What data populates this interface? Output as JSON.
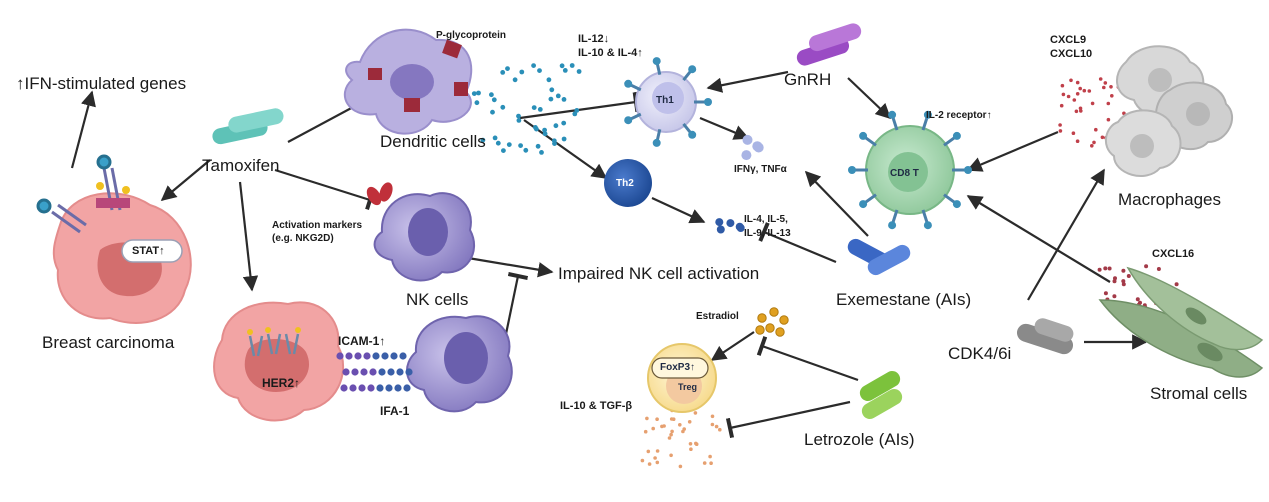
{
  "labels": {
    "ifn_genes": "↑IFN-stimulated genes",
    "tamoxifen": "Tamoxifen",
    "breast_carcinoma": "Breast carcinoma",
    "stat": "STAT↑",
    "dendritic_cells": "Dendritic cells",
    "p_glycoprotein": "P-glycoprotein",
    "il12": "IL-12↓",
    "il10_il4": "IL-10 & IL-4↑",
    "th1": "Th1",
    "th2": "Th2",
    "gnrh": "GnRH",
    "ifn_tnf": "IFNγ, TNFα",
    "il2_receptor": "IL-2 receptor↑",
    "cd8t": "CD8 T",
    "cxcl9": "CXCL9",
    "cxcl10": "CXCL10",
    "macrophages": "Macrophages",
    "activation_markers_1": "Activation markers",
    "activation_markers_2": "(e.g. NKG2D)",
    "nk_cells": "NK cells",
    "il_group_1": "IL-4, IL-5,",
    "il_group_2": "IL-9, IL-13",
    "impaired_nk": "Impaired NK cell activation",
    "exemestane": "Exemestane (AIs)",
    "cxcl16": "CXCL16",
    "estradiol": "Estradiol",
    "foxp3": "FoxP3↑",
    "treg": "Treg",
    "cdk46i": "CDK4/6i",
    "stromal_cells": "Stromal cells",
    "her2": "HER2↑",
    "icam1": "ICAM-1↑",
    "ifa1": "IFA-1",
    "il10_tgfb": "IL-10 & TGF-β",
    "letrozole": "Letrozole (AIs)"
  },
  "colors": {
    "arrow": "#2b2b2b",
    "tumor": "#f2a4a4",
    "tumor_nucleus": "#d36e6e",
    "dendritic": "#b9b0e0",
    "nk": "#9e94cf",
    "th1": "#dcdcf2",
    "th2": "#2f5aa6",
    "cd8": "#a9d6b1",
    "treg": "#fbe7a8",
    "drug_teal": "#5ec2b7",
    "drug_purple": "#9a4bc4",
    "drug_blue": "#3a67c4",
    "drug_green": "#7cc23c",
    "drug_gray": "#8a8a8a",
    "dot_blue": "#2a8fb8",
    "dot_red": "#c0404a",
    "dot_orange": "#e6a070",
    "stromal": "#8fae86",
    "macrophage": "#d8d8d8"
  }
}
